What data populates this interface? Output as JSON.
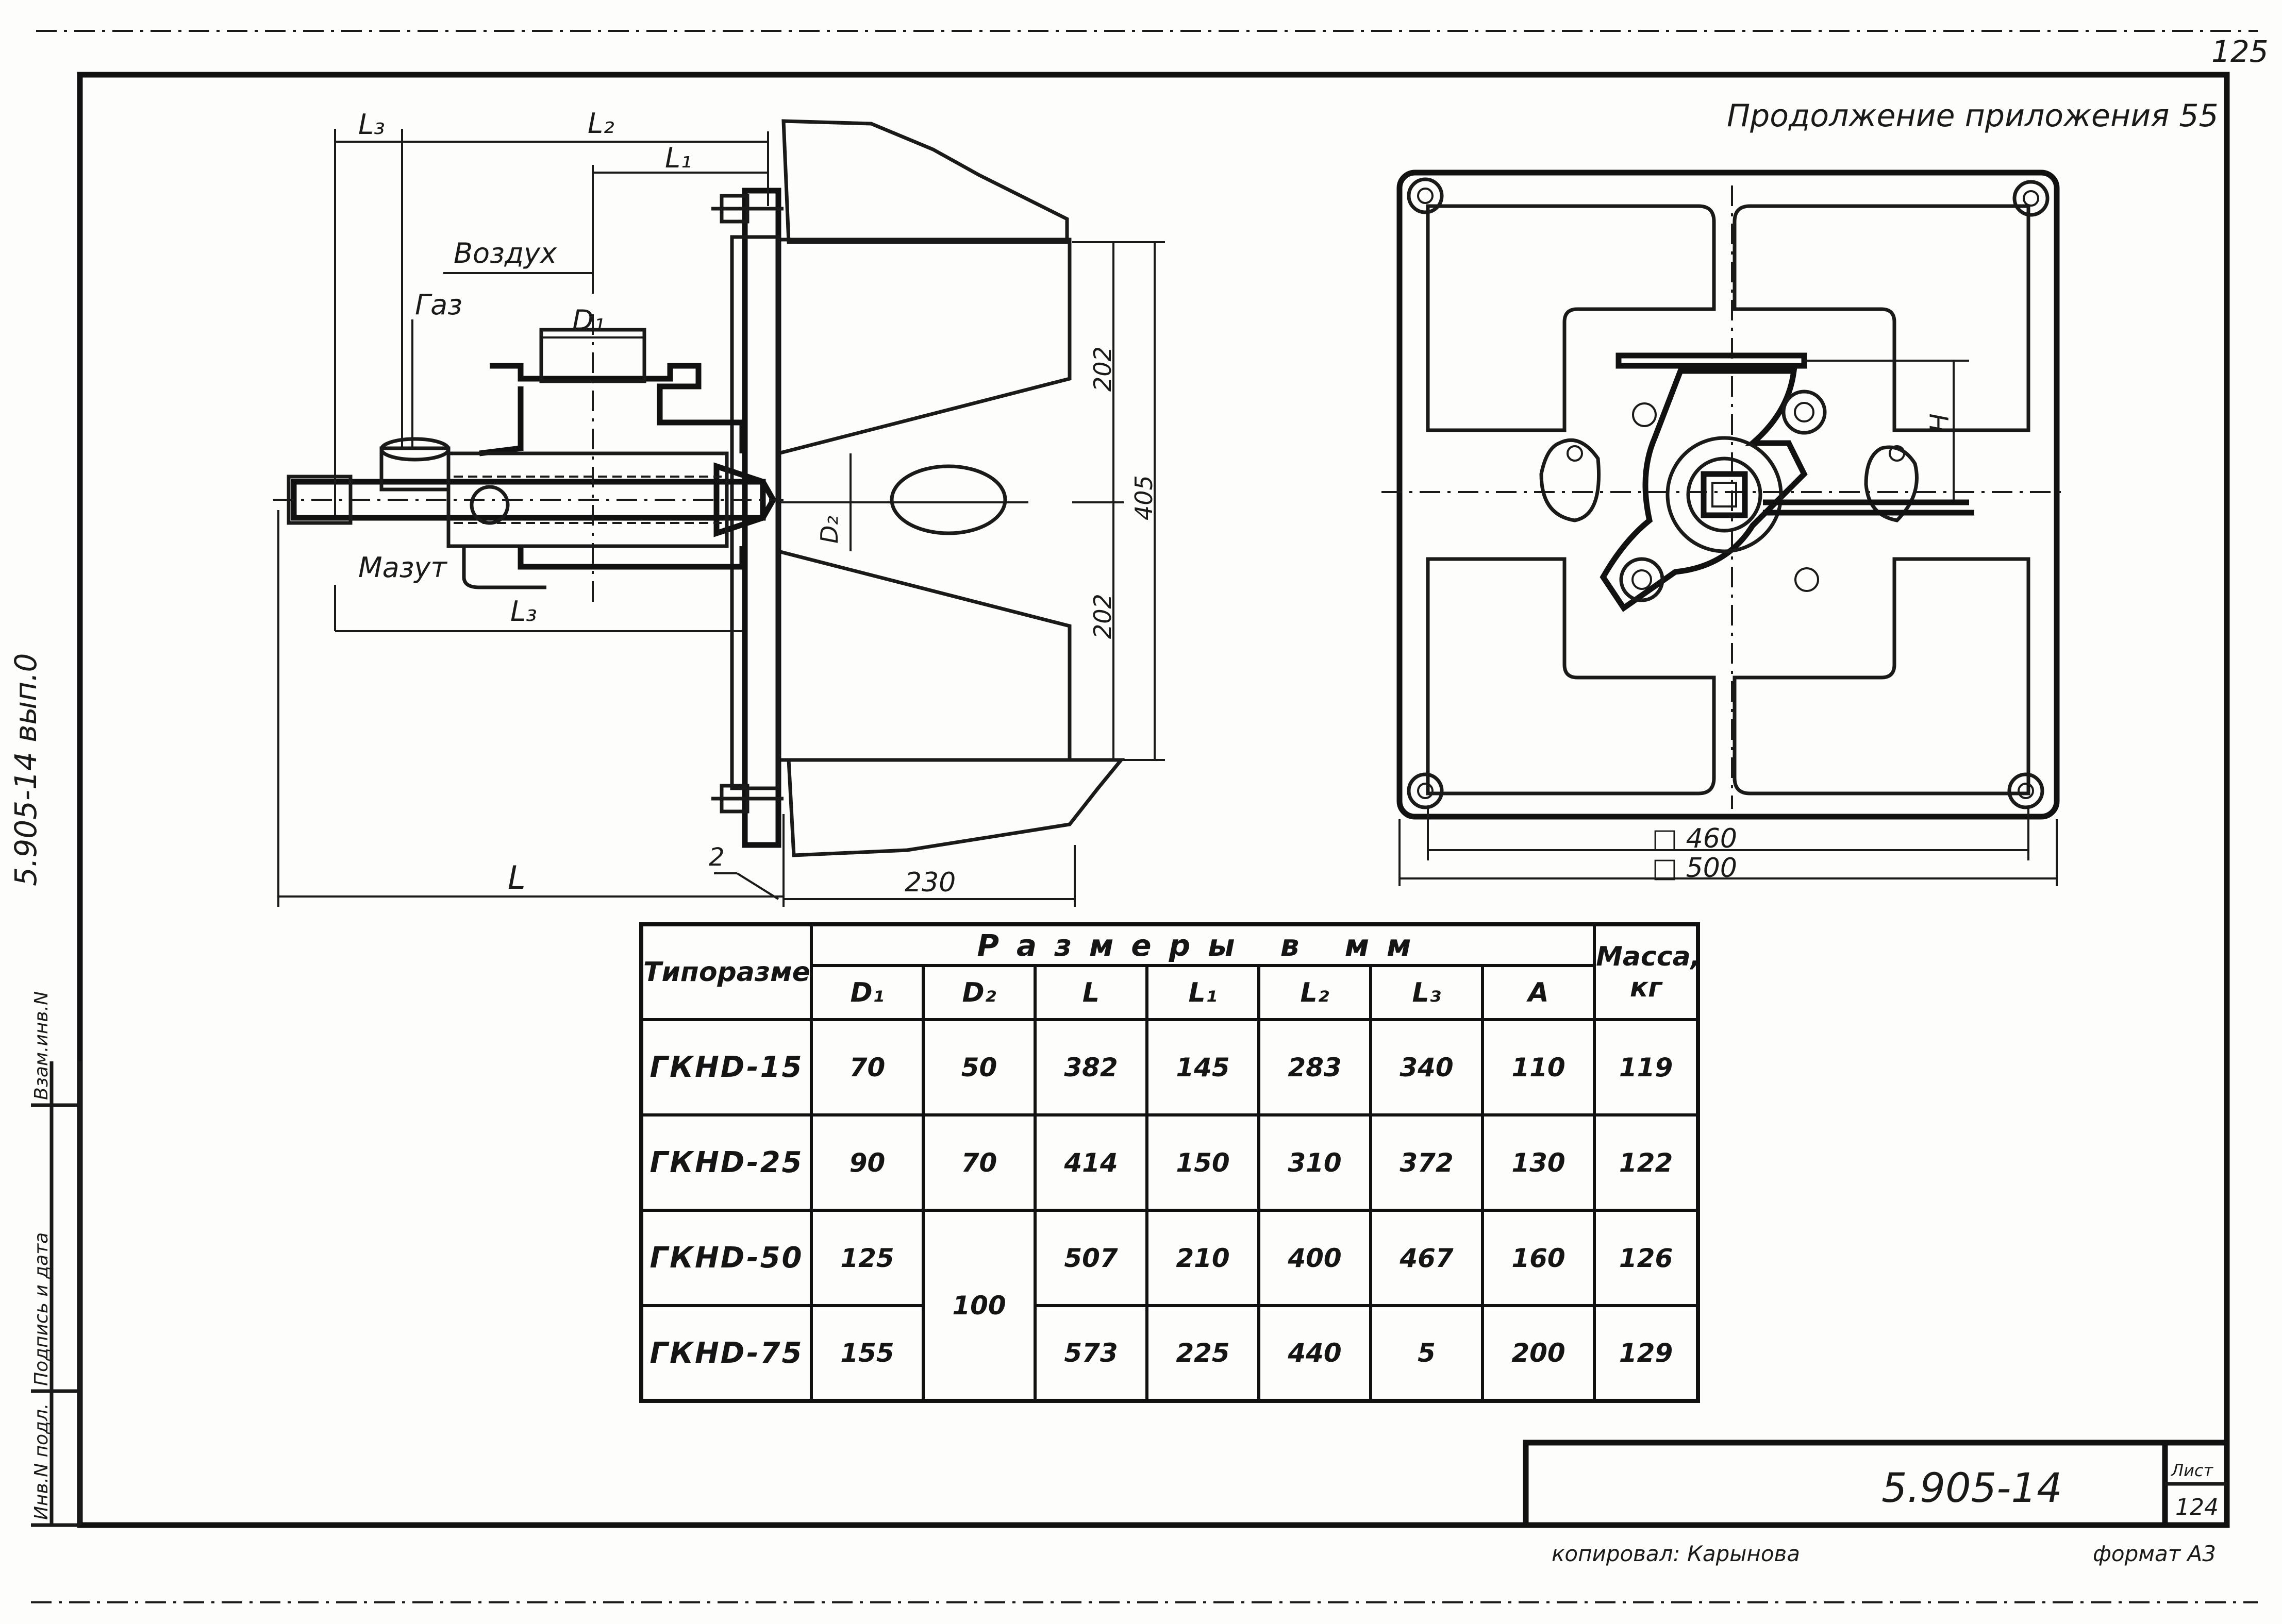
{
  "sheet": {
    "page_number": "125",
    "subtitle": "Продолжение приложения  55",
    "side_stamp": "5.905-14  вып.0",
    "side_columns": [
      "Инв.N подл.",
      "Подпись и дата",
      "Взам.инв.N"
    ],
    "doc_code": "5.905-14",
    "list_label": "Лист",
    "list_number": "124",
    "copied_by": "копировал: Карынова",
    "format": "формат А3"
  },
  "drawing_left": {
    "labels": {
      "L3_top": "L₃",
      "L2": "L₂",
      "L1": "L₁",
      "air": "Воздух",
      "gas": "Газ",
      "D1": "D₁",
      "D2": "D₂",
      "fuel_oil": "Мазут",
      "L3_bottom": "L₃",
      "L": "L",
      "two": "2",
      "dim_230": "230",
      "dim_202_top": "202",
      "dim_405": "405",
      "dim_202_bottom": "202"
    }
  },
  "drawing_right": {
    "labels": {
      "H": "H",
      "dim_460": "□ 460",
      "dim_500": "□ 500"
    }
  },
  "table": {
    "head_model": "Типоразмер",
    "head_dims": "Размеры в мм",
    "head_mass": "Масса, кг",
    "columns": [
      "D₁",
      "D₂",
      "L",
      "L₁",
      "L₂",
      "L₃",
      "A"
    ],
    "rows": [
      {
        "model": "ГКНD-15",
        "d1": "70",
        "d2": "50",
        "l": "382",
        "l1": "145",
        "l2": "283",
        "l3": "340",
        "a": "110",
        "mass": "119"
      },
      {
        "model": "ГКНD-25",
        "d1": "90",
        "d2": "70",
        "l": "414",
        "l1": "150",
        "l2": "310",
        "l3": "372",
        "a": "130",
        "mass": "122"
      },
      {
        "model": "ГКНD-50",
        "d1": "125",
        "d2": "100",
        "l": "507",
        "l1": "210",
        "l2": "400",
        "l3": "467",
        "a": "160",
        "mass": "126"
      },
      {
        "model": "ГКНD-75",
        "d1": "155",
        "l": "573",
        "l1": "225",
        "l2": "440",
        "l3": "5",
        "a": "200",
        "mass": "129"
      }
    ]
  }
}
